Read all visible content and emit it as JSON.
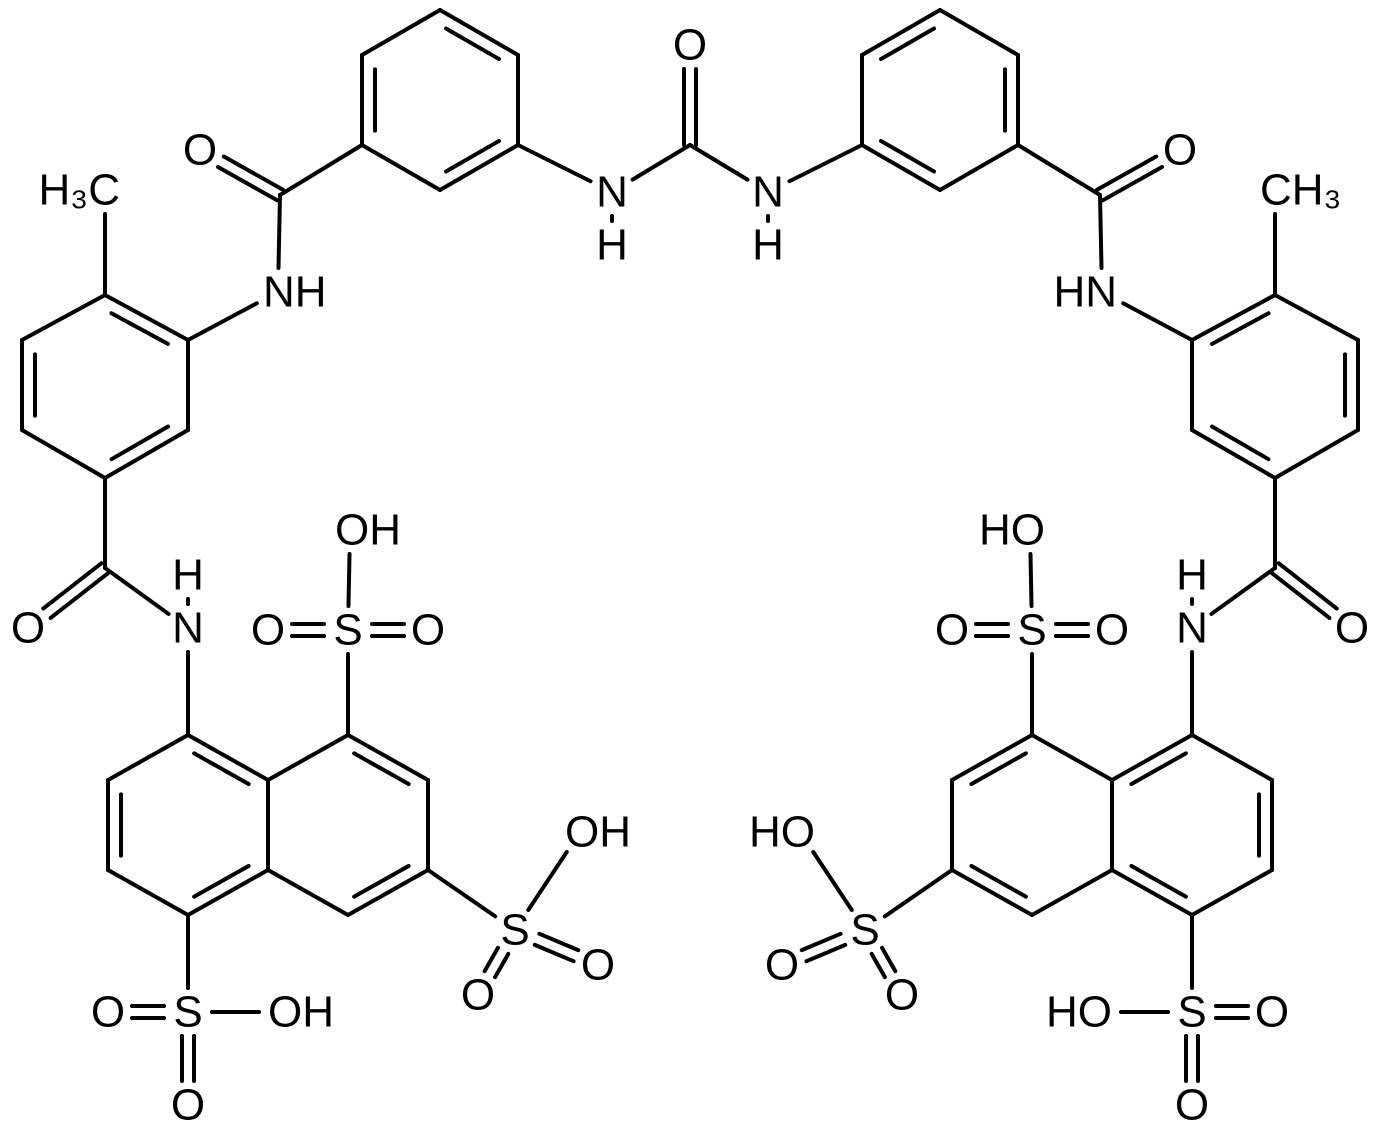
{
  "title": "Suramin structure",
  "colors": {
    "ink": "#000000",
    "background": "#ffffff"
  },
  "left": {
    "carbonyl_top_O": "O",
    "amide_top_N": "NH",
    "methyl": "H₃C",
    "carbonyl_bottom_O": "O",
    "amide_bottom_N": "N",
    "amide_bottom_H": "H",
    "sulfo8_S": "S",
    "sulfo8_O1": "O",
    "sulfo8_O2": "O",
    "sulfo8_OH": "OH",
    "sulfo6_S": "S",
    "sulfo6_OH": "OH",
    "sulfo6_O1": "O",
    "sulfo6_O2": "O",
    "sulfo4_S": "S",
    "sulfo4_O1": "O",
    "sulfo4_OH": "OH",
    "sulfo4_O2": "O"
  },
  "urea": {
    "O": "O",
    "N_left": "N",
    "H_left": "H",
    "N_right": "N",
    "H_right": "H"
  },
  "right": {
    "carbonyl_top_O": "O",
    "amide_top_N": "HN",
    "methyl": "CH₃",
    "carbonyl_bottom_O": "O",
    "amide_bottom_N": "N",
    "amide_bottom_H": "H",
    "sulfo8_S": "S",
    "sulfo8_O1": "O",
    "sulfo8_O2": "O",
    "sulfo8_OH": "HO",
    "sulfo6_S": "S",
    "sulfo6_OH": "HO",
    "sulfo6_O1": "O",
    "sulfo6_O2": "O",
    "sulfo4_S": "S",
    "sulfo4_O1": "O",
    "sulfo4_OH": "HO",
    "sulfo4_O2": "O"
  }
}
